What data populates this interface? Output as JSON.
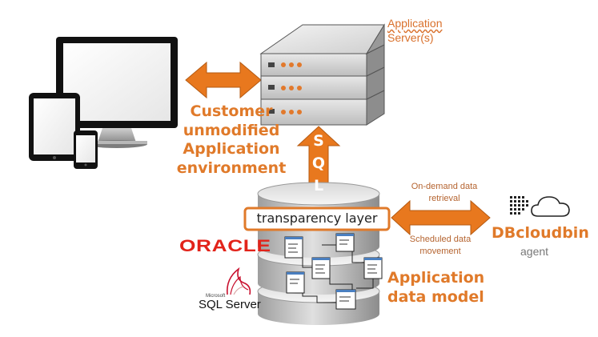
{
  "application_server": {
    "line1": "Application",
    "line2": "Server(s)"
  },
  "customer_env": {
    "line1": "Customer",
    "line2": "unmodified",
    "line3": "Application",
    "line4": "environment"
  },
  "sql_letters": [
    "S",
    "Q",
    "L"
  ],
  "transparency_layer": "transparency layer",
  "on_demand": {
    "line1": "On-demand data",
    "line2": "retrieval"
  },
  "scheduled": {
    "line1": "Scheduled data",
    "line2": "movement"
  },
  "dbcloudbin": {
    "name": "DBcloudbin",
    "sub": "agent"
  },
  "logos": {
    "oracle": "ORACLE",
    "sql_server_small": "Microsoft",
    "sql_server": "SQL Server"
  },
  "app_data_model": {
    "line1": "Application",
    "line2": "data model"
  },
  "colors": {
    "accent_orange": "#e07a2a",
    "arrow_orange": "#e8781e",
    "oracle_red": "#e2231a"
  }
}
